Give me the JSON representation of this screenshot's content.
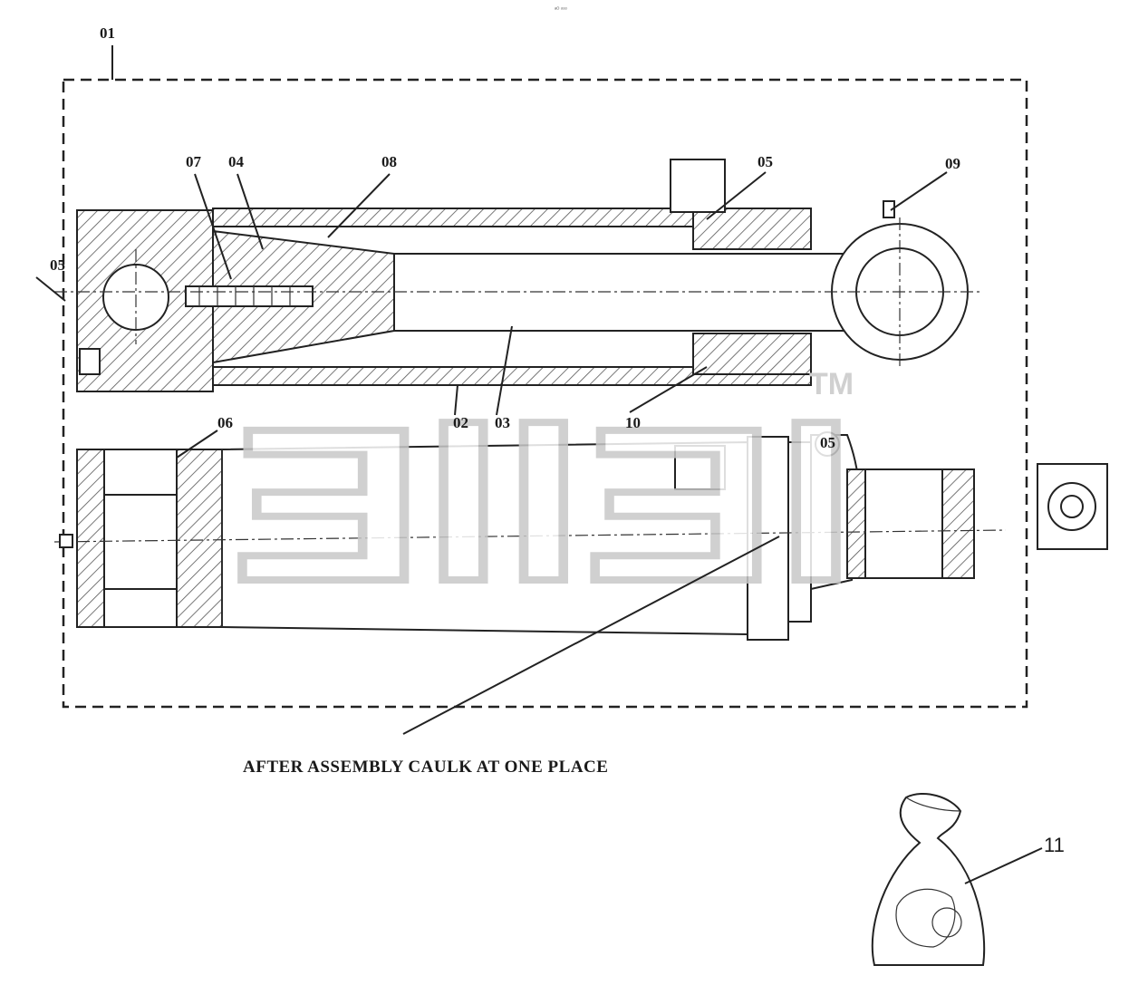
{
  "header": {
    "tiny_mark": "ᵃᴼ ᵒᵒᵒ"
  },
  "assembly": {
    "callouts": {
      "c01": "01",
      "c02": "02",
      "c03": "03",
      "c04": "04",
      "c05a": "05",
      "c05b": "05",
      "c05c": "05",
      "c06": "06",
      "c07": "07",
      "c08": "08",
      "c09": "09",
      "c10": "10",
      "c11": "11"
    },
    "note": "AFTER ASSEMBLY CAULK AT ONE PLACE"
  },
  "watermark": {
    "text": "ƎllƎl",
    "tm": "TM"
  },
  "colors": {
    "line": "#222222",
    "watermark_fill": "#ffffff",
    "watermark_stroke": "#c8c8c8",
    "background": "#ffffff"
  }
}
